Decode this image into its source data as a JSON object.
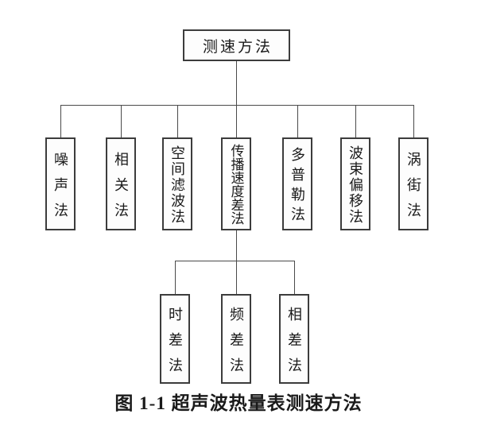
{
  "figure": {
    "root": {
      "label": "测速方法"
    },
    "branches": [
      {
        "label": "噪声法"
      },
      {
        "label": "相关法"
      },
      {
        "label": "空间滤波法"
      },
      {
        "label": "传播速度差法"
      },
      {
        "label": "多普勒法"
      },
      {
        "label": "波束偏移法"
      },
      {
        "label": "涡街法"
      }
    ],
    "sub_branches": [
      {
        "label": "时差法"
      },
      {
        "label": "频差法"
      },
      {
        "label": "相差法"
      }
    ],
    "caption": "图 1-1 超声波热量表测速方法",
    "colors": {
      "line": "#4a4a4a",
      "box_border": "#3c3c3c",
      "text": "#1a1a1a",
      "background": "#ffffff"
    }
  }
}
